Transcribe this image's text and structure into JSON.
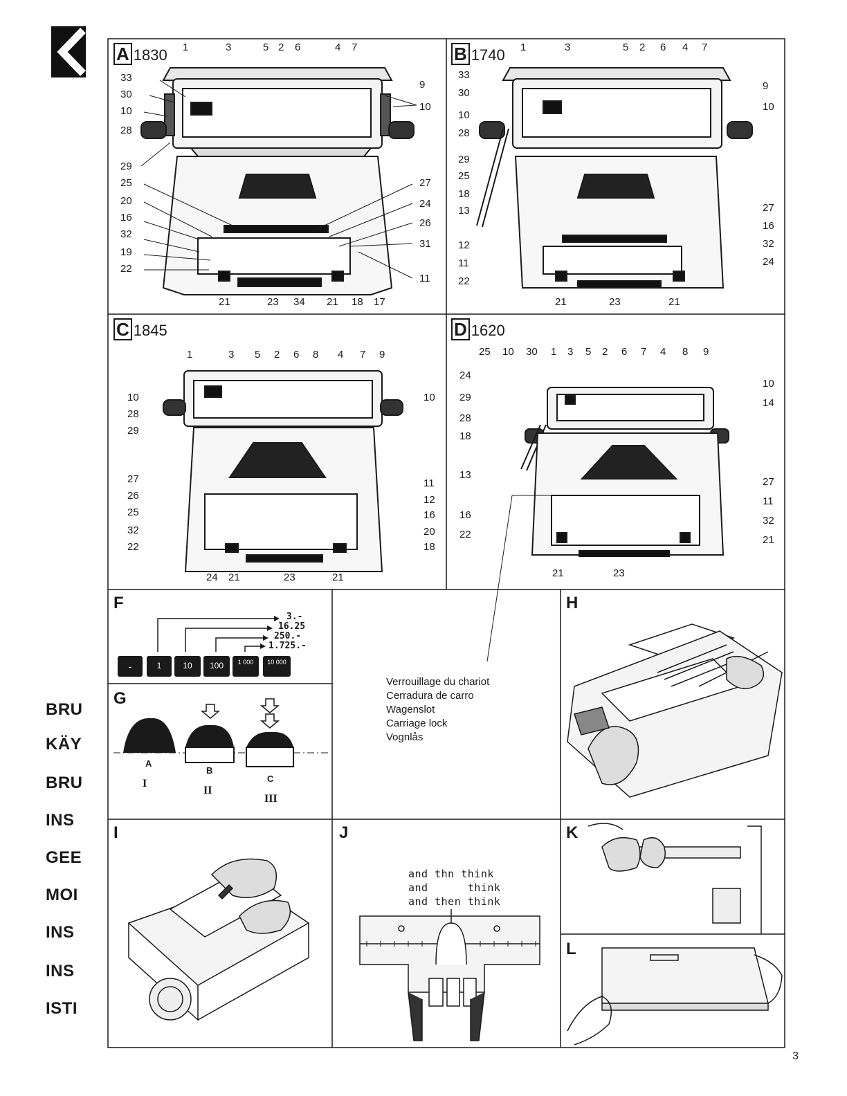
{
  "sidebar": {
    "tabs": [
      "BRU",
      "KÄY",
      "BRU",
      "INS",
      "GEE",
      "MOI",
      "INS",
      "INS",
      "ISTI"
    ]
  },
  "panels": {
    "A": {
      "letter": "A",
      "model": "1830",
      "top_numbers": [
        "1",
        "3",
        "5",
        "2",
        "6",
        "4",
        "7"
      ],
      "left_numbers": [
        "33",
        "30",
        "10",
        "28",
        "29",
        "25",
        "20",
        "16",
        "32",
        "19",
        "22"
      ],
      "right_numbers": [
        "9",
        "10",
        "27",
        "24",
        "26",
        "31",
        "11"
      ],
      "bottom_numbers": [
        "21",
        "23",
        "34",
        "21",
        "18",
        "17"
      ]
    },
    "B": {
      "letter": "B",
      "model": "1740",
      "top_numbers": [
        "1",
        "3",
        "5",
        "2",
        "6",
        "4",
        "7"
      ],
      "left_numbers": [
        "33",
        "30",
        "10",
        "28",
        "29",
        "25",
        "18",
        "13",
        "12",
        "11",
        "22"
      ],
      "right_numbers": [
        "9",
        "10",
        "27",
        "16",
        "32",
        "24"
      ],
      "bottom_numbers": [
        "21",
        "23",
        "21"
      ]
    },
    "C": {
      "letter": "C",
      "model": "1845",
      "top_numbers": [
        "1",
        "3",
        "5",
        "2",
        "6",
        "8",
        "4",
        "7",
        "9"
      ],
      "left_numbers": [
        "10",
        "28",
        "29",
        "27",
        "26",
        "25",
        "32",
        "22"
      ],
      "right_numbers": [
        "10",
        "11",
        "12",
        "16",
        "20",
        "18"
      ],
      "bottom_numbers": [
        "24",
        "21",
        "23",
        "21"
      ]
    },
    "D": {
      "letter": "D",
      "model": "1620",
      "top_numbers": [
        "25",
        "10",
        "30",
        "1",
        "3",
        "5",
        "2",
        "6",
        "7",
        "4",
        "8",
        "9"
      ],
      "left_numbers": [
        "24",
        "29",
        "28",
        "18",
        "13",
        "16",
        "22"
      ],
      "right_numbers": [
        "10",
        "14",
        "27",
        "11",
        "32",
        "21"
      ],
      "bottom_numbers": [
        "21",
        "23"
      ]
    },
    "F": {
      "letter": "F",
      "values": [
        "3.-",
        "16.25",
        "250.-",
        "1.725.-"
      ],
      "keys": [
        "-",
        "1",
        "10",
        "100",
        "1 000",
        "10 000"
      ]
    },
    "G": {
      "letter": "G",
      "labels": [
        "A",
        "B",
        "C"
      ],
      "roman": [
        "I",
        "II",
        "III"
      ]
    },
    "H": {
      "letter": "H"
    },
    "I": {
      "letter": "I"
    },
    "J": {
      "letter": "J",
      "lines": [
        "and thn think",
        "and      think",
        "and then think"
      ]
    },
    "K": {
      "letter": "K"
    },
    "L": {
      "letter": "L"
    }
  },
  "carriage_lock_caption": [
    "Verrouillage du chariot",
    "Cerradura de carro",
    "Wagenslot",
    "Carriage lock",
    "Vognlås"
  ],
  "page_number": "3"
}
